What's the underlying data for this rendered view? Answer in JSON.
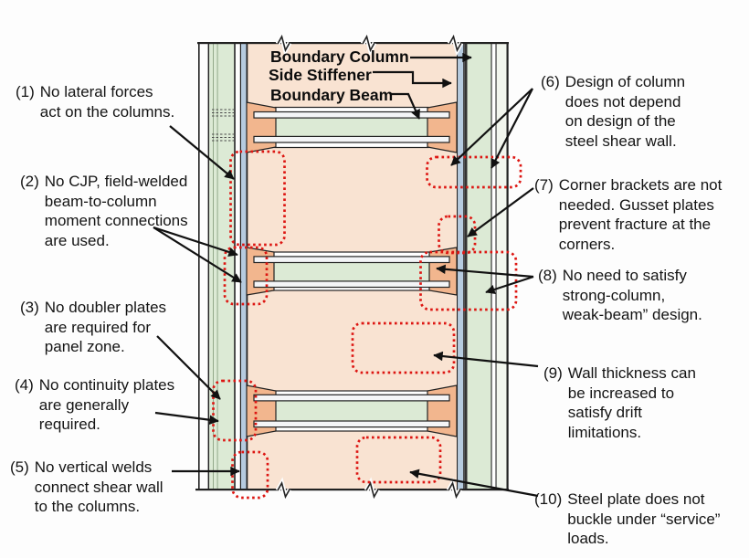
{
  "diagram_labels": {
    "boundary_column": "Boundary Column",
    "side_stiffener": "Side Stiffener",
    "boundary_beam": "Boundary Beam"
  },
  "annotations_left": [
    {
      "num": "(1)",
      "text": "No lateral forces\nact on the columns."
    },
    {
      "num": "(2)",
      "text": "No CJP, field-welded\nbeam-to-column\nmoment connections\nare used."
    },
    {
      "num": "(3)",
      "text": "No doubler plates\nare required for\npanel zone."
    },
    {
      "num": "(4)",
      "text": "No continuity plates\nare generally\nrequired."
    },
    {
      "num": "(5)",
      "text": "No vertical welds\nconnect shear wall\nto the columns."
    }
  ],
  "annotations_right": [
    {
      "num": "(6)",
      "text": "Design of column\ndoes not depend\non design of the\nsteel shear wall."
    },
    {
      "num": "(7)",
      "text": "Corner brackets are not\nneeded. Gusset plates\nprevent fracture at the\ncorners."
    },
    {
      "num": "(8)",
      "text": "No need to satisfy\nstrong-column,\nweak-beam” design."
    },
    {
      "num": "(9)",
      "text": "Wall thickness can\nbe increased to\nsatisfy drift\nlimitations."
    },
    {
      "num": "(10)",
      "text": "Steel plate does not\nbuckle under “service”\nloads."
    }
  ],
  "colors": {
    "wall_panel": "#f9e3d2",
    "column_fill": "#dcead5",
    "gusset_plate": "#f2b68e",
    "side_stiffener": "#b6cbdf",
    "beam_web": "#dcead5",
    "highlight_dotted": "#dd1612",
    "line": "#222222",
    "text": "#111111",
    "background": "#fdfdfd"
  }
}
